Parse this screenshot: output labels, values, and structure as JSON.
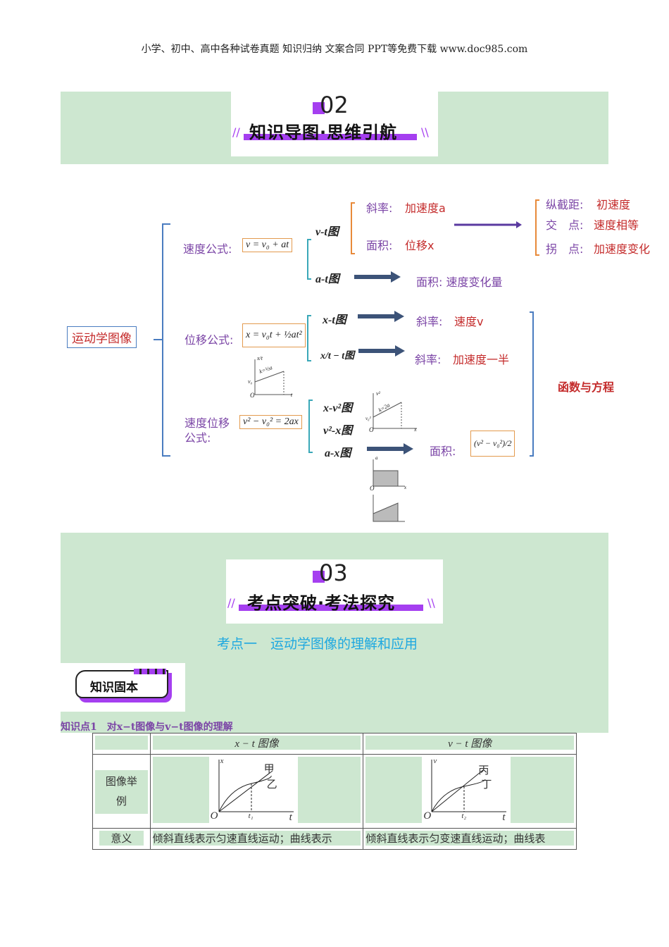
{
  "header": "小学、初中、高中各种试卷真题  知识归纳  文案合同  PPT等免费下载     www.doc985.com",
  "section2": {
    "number": "02",
    "title": "知识导图·思维引航"
  },
  "mindmap": {
    "root": "运动学图像",
    "velocity": {
      "label": "速度公式:",
      "formula": "v = v₀ + at",
      "vt": "v-t图",
      "vt_slope_k": "斜率:",
      "vt_slope_v": "加速度a",
      "vt_area_k": "面积:",
      "vt_area_v": "位移x",
      "right": [
        {
          "k": "纵截距:",
          "v": "初速度"
        },
        {
          "k": "交　点:",
          "v": "速度相等"
        },
        {
          "k": "拐　点:",
          "v": "加速度变化"
        }
      ],
      "at": "a-t图",
      "at_result": "面积: 速度变化量"
    },
    "displacement": {
      "label": "位移公式:",
      "formula": "x = v₀t + ½at²",
      "xt": "x-t图",
      "xt_k": "斜率:",
      "xt_v": "速度v",
      "xtt": "x/t − t图",
      "xtt_k": "斜率:",
      "xtt_v": "加速度一半",
      "graph": {
        "y": "x/t",
        "k": "k=½a",
        "v0": "v₀",
        "o": "O",
        "x": "t"
      }
    },
    "velocity_displacement": {
      "label1": "速度位移",
      "label2": "公式:",
      "formula": "v² − v₀² = 2ax",
      "xv2": "x-v²图",
      "v2x": "v²-x图",
      "ax": "a-x图",
      "area_k": "面积:",
      "area_formula": "(v² − v₀²)/2",
      "graph": {
        "y": "v²",
        "k": "k=2a",
        "v0": "v₀²",
        "o": "O",
        "x": "x"
      },
      "graph_a": {
        "y": "a",
        "o": "O",
        "x": "x"
      }
    },
    "summary": "函数与方程"
  },
  "section3": {
    "number": "03",
    "title": "考点突破·考法探究",
    "subtitle": "考点一　运动学图像的理解和应用",
    "badge": "知识固本"
  },
  "knowledge_point": "知识点1　对x−t图像与v−t图像的理解",
  "table": {
    "headers": [
      "",
      "x − t 图像",
      "v − t 图像"
    ],
    "row1_label": "图像举例",
    "xt_graph": {
      "y": "x",
      "o": "O",
      "t1": "t₁",
      "t": "t",
      "a": "甲",
      "b": "乙"
    },
    "vt_graph": {
      "y": "v",
      "o": "O",
      "t2": "t₂",
      "t": "t",
      "a": "丙",
      "b": "丁"
    },
    "row2_label": "意义",
    "row2": [
      "倾斜直线表示匀速直线运动；曲线表示",
      "倾斜直线表示匀变速直线运动；曲线表"
    ]
  }
}
